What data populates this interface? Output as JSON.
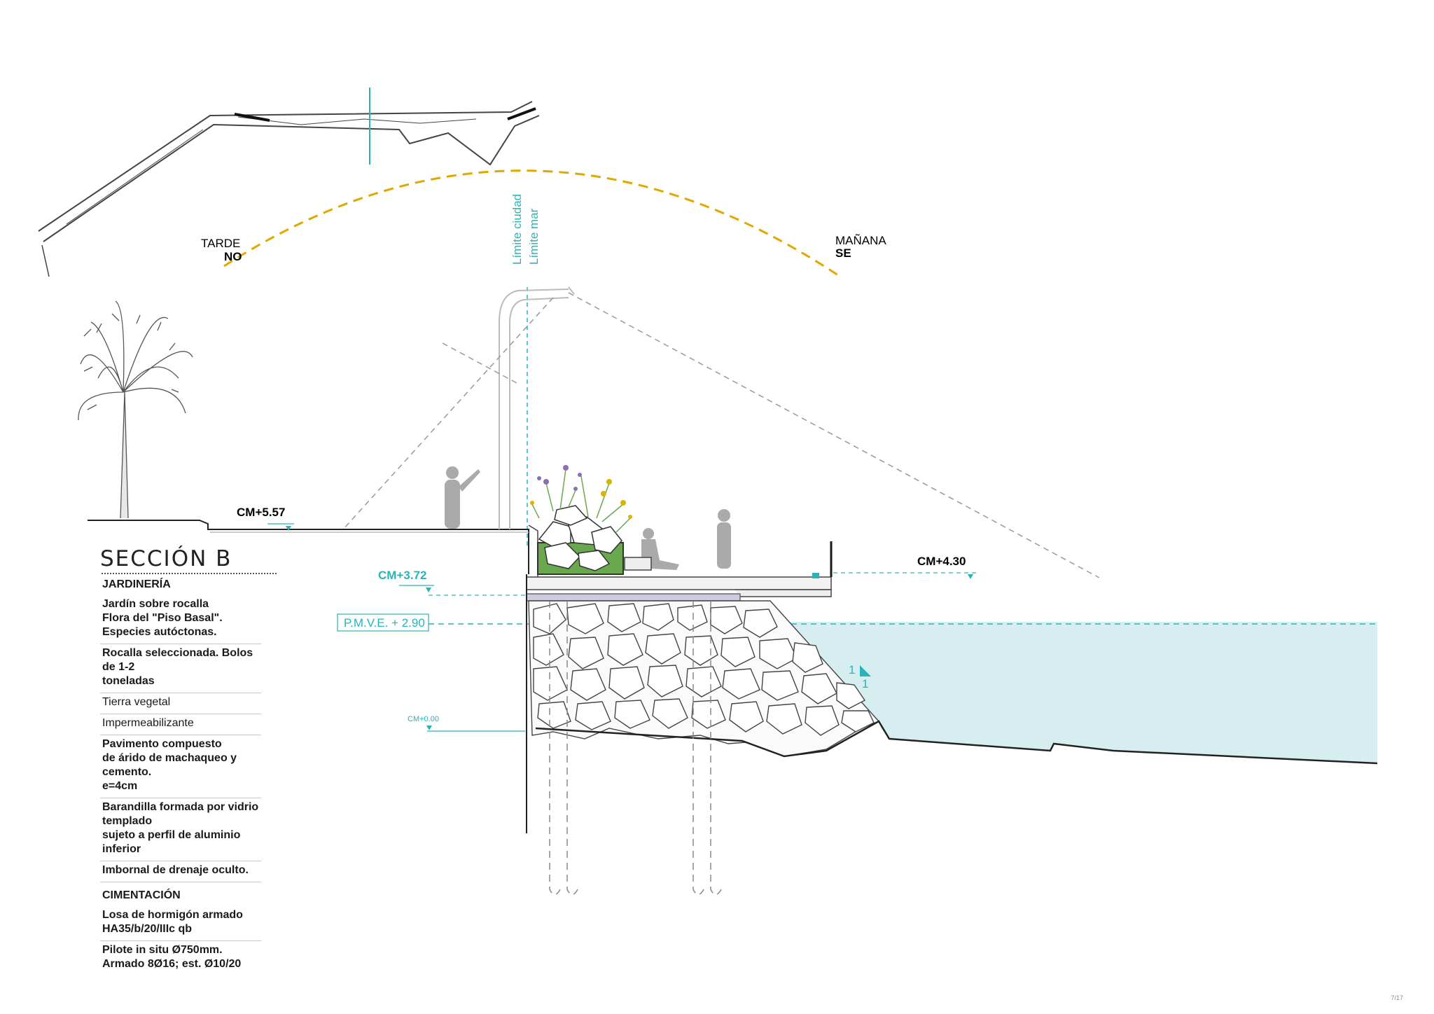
{
  "section_title": "SECCIÓN B",
  "orientation": {
    "afternoon_label": "TARDE",
    "afternoon_dir": "NO",
    "morning_label": "MAÑANA",
    "morning_dir": "SE"
  },
  "limits": {
    "city": "Límite ciudad",
    "sea": "Límite mar"
  },
  "levels": {
    "cm_557": "CM+5.57",
    "cm_372": "CM+3.72",
    "cm_430": "CM+4.30",
    "pmve": "P.M.V.E. + 2.90",
    "cm_000": "CM+0.00"
  },
  "slope": {
    "rise": "1",
    "run": "1"
  },
  "legend": {
    "jardineria_title": "JARDINERÍA",
    "items": [
      "Jardín sobre rocalla\nFlora del \"Piso Basal\".\nEspecies autóctonas.",
      "Rocalla seleccionada. Bolos de 1-2\ntoneladas",
      "Tierra vegetal",
      "Impermeabilizante",
      "Pavimento compuesto\nde árido de machaqueo y cemento.\ne=4cm",
      "Barandilla formada por vidrio templado\nsujeto a perfil de aluminio inferior",
      "Imbornal de drenaje oculto."
    ],
    "cimentacion_title": "CIMENTACIÓN",
    "cimentacion_items": [
      "Losa de hormigón armado HA35/b/20/IIIc qb",
      "Pilote in situ Ø750mm.\nArmado 8Ø16; est. Ø10/20"
    ]
  },
  "page_number": "7/17",
  "colors": {
    "accent": "#2ab3b8",
    "water": "#d6eef0",
    "sun_path": "#e0a800",
    "vegetation": "#6aa84f"
  }
}
